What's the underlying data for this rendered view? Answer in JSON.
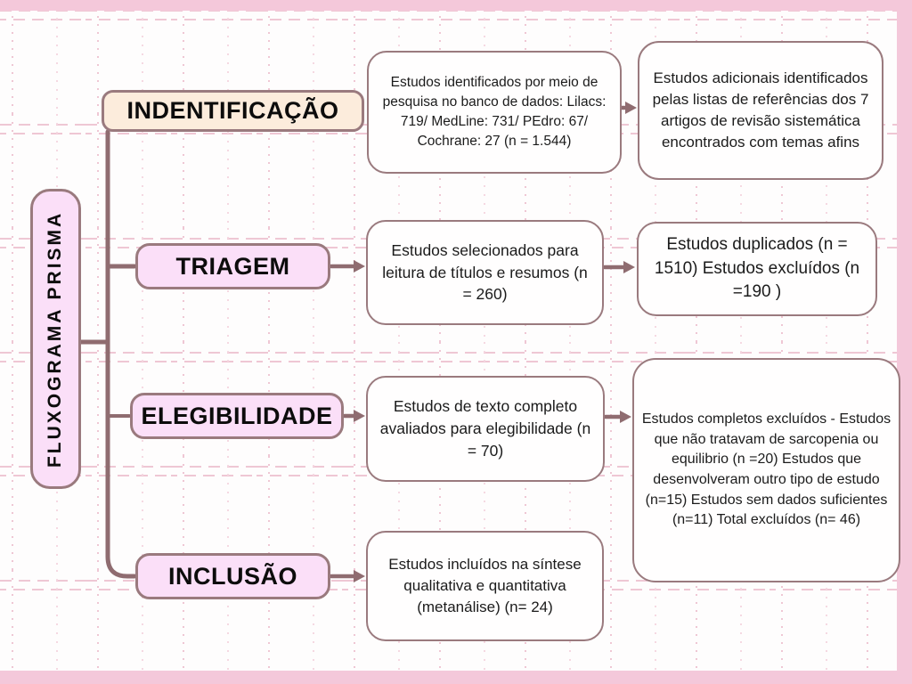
{
  "diagram_title": "FLUXOGRAMA PRISMA",
  "colors": {
    "identification_stage_bg": "#fcecdc",
    "pink_stage_bg": "#fbdff8",
    "box_border": "#9a7a7e",
    "connector": "#8f6c70",
    "plaid_line": "#eab5c6",
    "edge_band": "#f4c8da",
    "text": "#1b1b1b"
  },
  "rows": [
    {
      "stage": "INDENTIFICAÇÃO",
      "middle": "Estudos identificados por meio de pesquisa no banco de dados: Lilacs: 719/ MedLine: 731/ PEdro: 67/ Cochrane: 27 (n = 1.544)",
      "right": "Estudos adicionais identificados pelas listas de referências dos 7 artigos de revisão sistemática encontrados com temas afins"
    },
    {
      "stage": "TRIAGEM",
      "middle": "Estudos selecionados para leitura de títulos e resumos (n = 260)",
      "right": "Estudos duplicados (n = 1510) Estudos excluídos (n =190 )"
    },
    {
      "stage": "ELEGIBILIDADE",
      "middle": "Estudos de texto completo avaliados para elegibilidade (n = 70)",
      "right": "Estudos completos excluídos -  Estudos que não tratavam de sarcopenia ou equilibrio (n =20) Estudos que desenvolveram outro tipo de estudo (n=15)  Estudos sem dados suficientes (n=11) Total excluídos (n= 46)"
    },
    {
      "stage": "INCLUSÃO",
      "middle": "Estudos incluídos na síntese qualitativa e quantitativa (metanálise) (n= 24)"
    }
  ]
}
